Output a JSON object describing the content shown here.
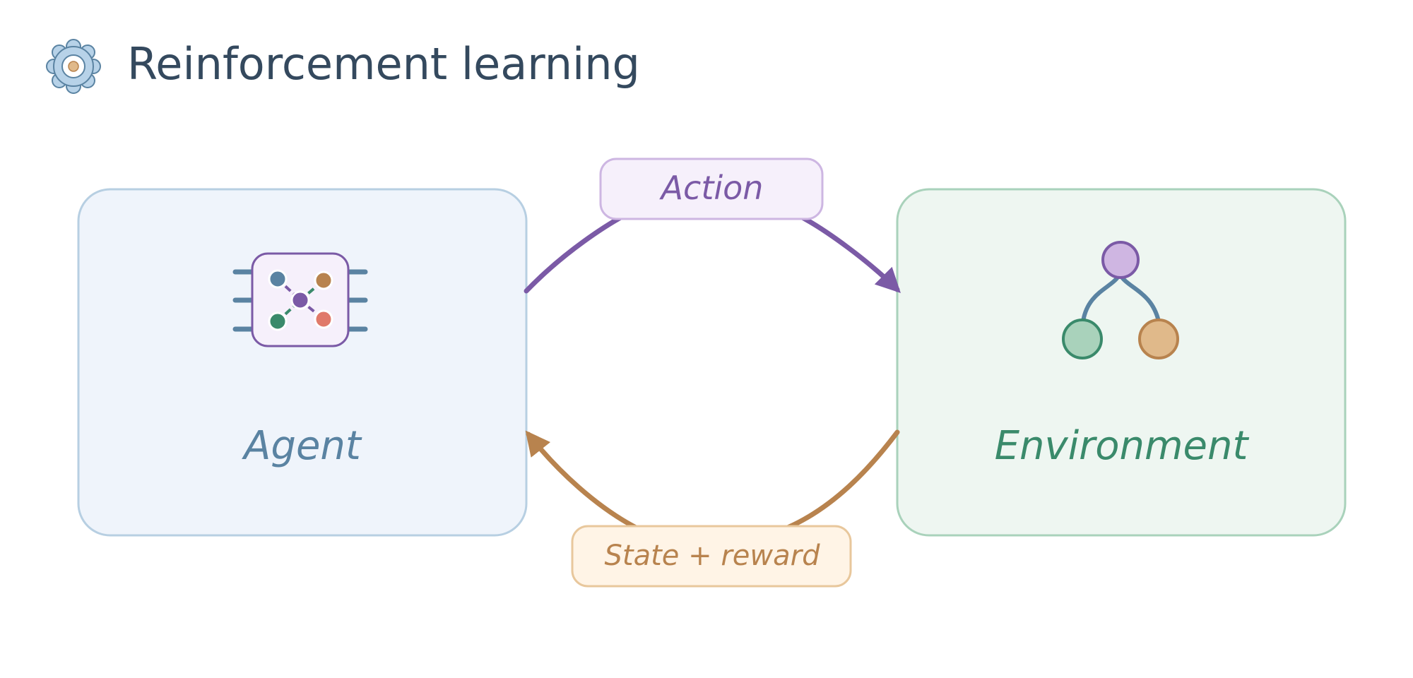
{
  "title": {
    "text": "Reinforcement learning",
    "icon": "gear-icon"
  },
  "nodes": {
    "agent": {
      "label": "Agent",
      "icon": "neural-chip-icon"
    },
    "environment": {
      "label": "Environment",
      "icon": "tree-icon"
    }
  },
  "edges": {
    "action": {
      "label": "Action"
    },
    "state_reward": {
      "label": "State + reward"
    }
  },
  "colors": {
    "title": "#34495e",
    "agent_fill": "#eff4fb",
    "agent_border": "#b7cfe2",
    "agent_text": "#5a83a2",
    "environment_fill": "#eef6f1",
    "environment_border": "#a9d2bb",
    "environment_text": "#3a8a6b",
    "action_stroke": "#7b5aa6",
    "action_fill": "#f6f0fb",
    "action_border": "#cdb6e2",
    "state_stroke": "#b8834e",
    "state_fill": "#fff4e6",
    "state_border": "#e8c79c"
  }
}
